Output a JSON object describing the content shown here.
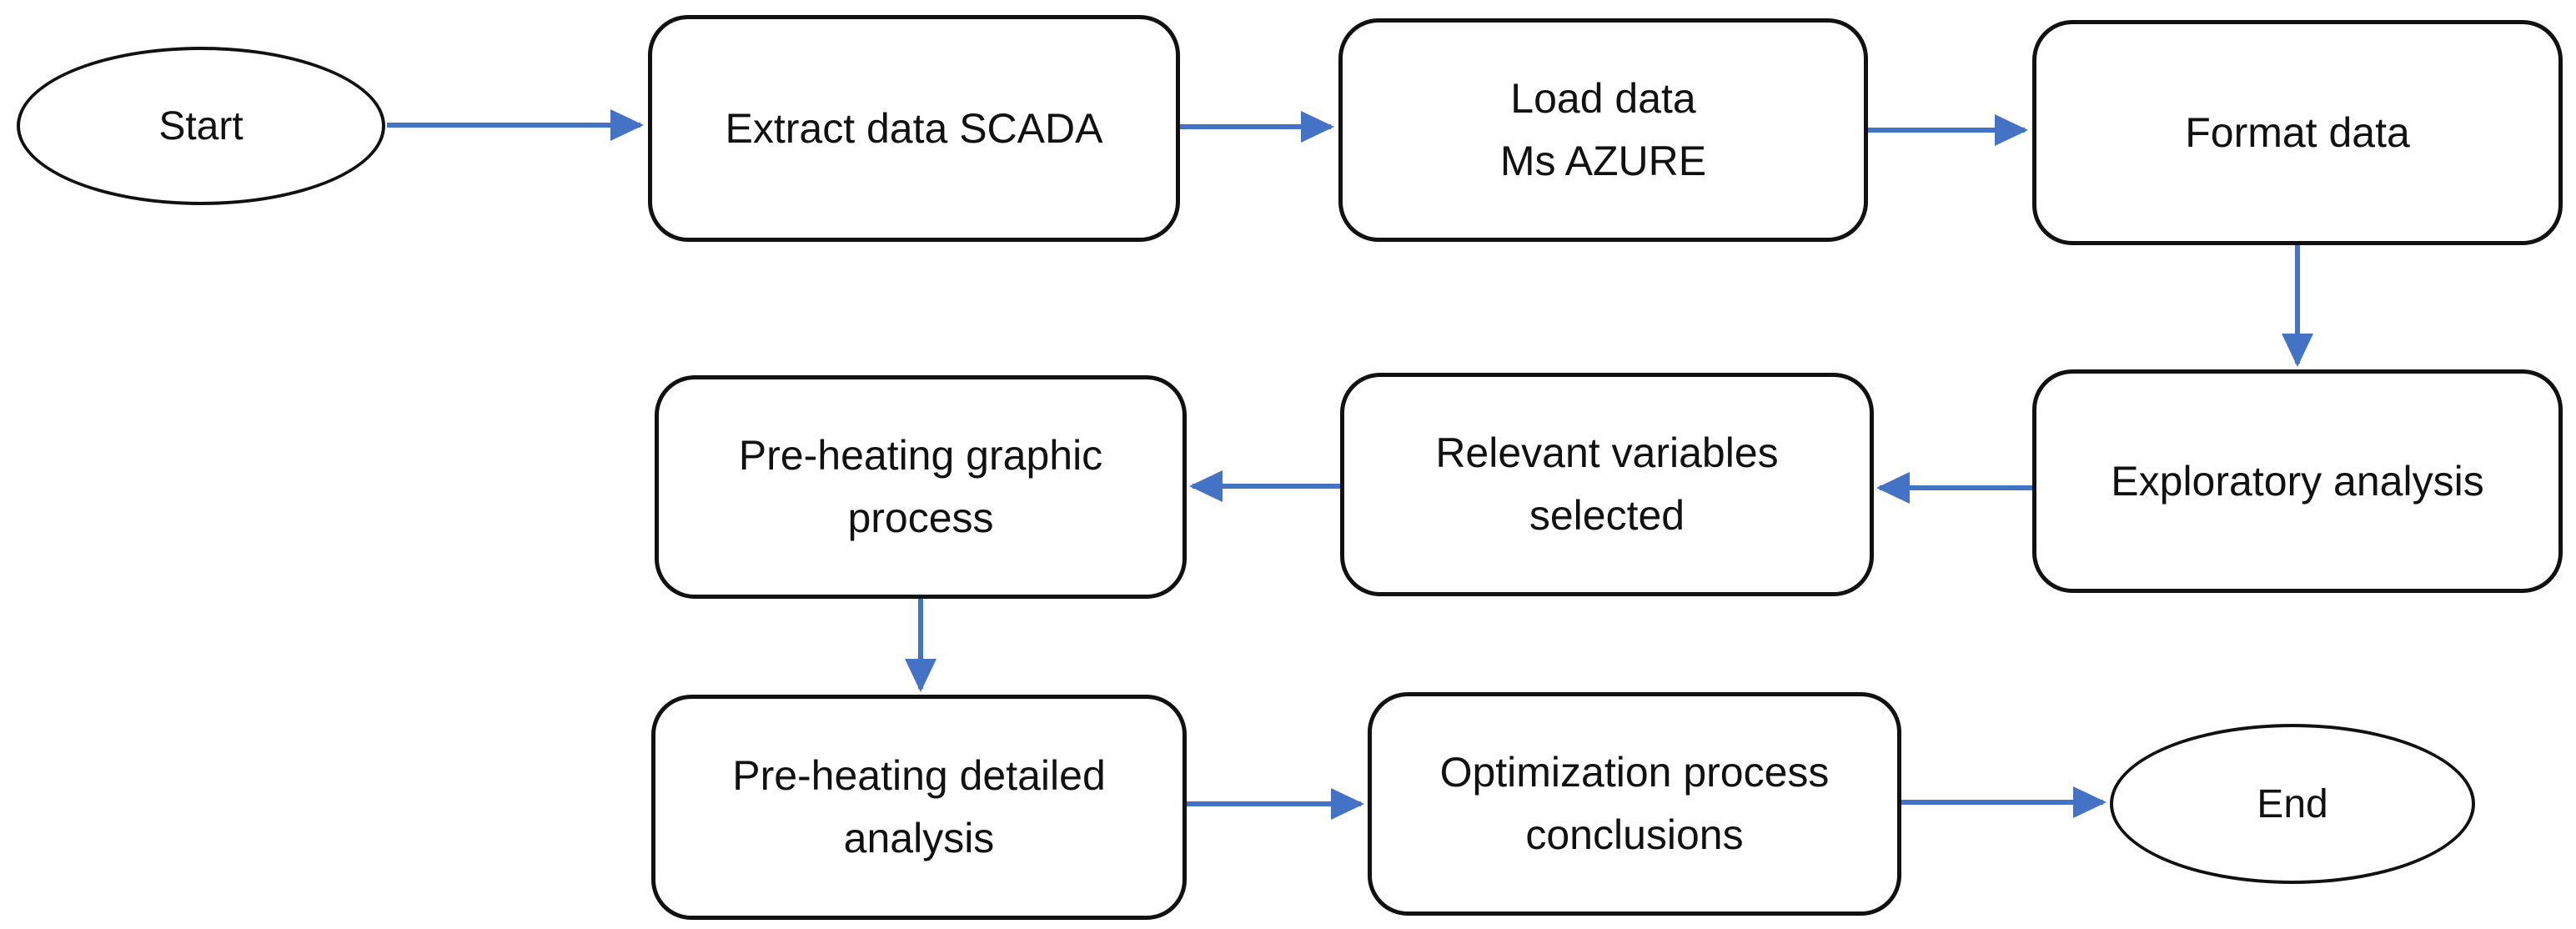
{
  "colors": {
    "arrow": "#4472C4",
    "node_border": "#111111",
    "node_fill": "#FFFFFF",
    "text": "#111111",
    "background": "#FFFFFF"
  },
  "nodes": [
    {
      "id": "start",
      "shape": "ellipse",
      "label": "Start"
    },
    {
      "id": "extract-data-scada",
      "shape": "process",
      "label": "Extract data SCADA"
    },
    {
      "id": "load-data-ms-azure",
      "shape": "process",
      "label": "Load data\nMs AZURE"
    },
    {
      "id": "format-data",
      "shape": "process",
      "label": "Format data"
    },
    {
      "id": "pre-heating-graphic-process",
      "shape": "process",
      "label": "Pre-heating graphic\nprocess"
    },
    {
      "id": "relevant-variables-selected",
      "shape": "process",
      "label": "Relevant variables\nselected"
    },
    {
      "id": "exploratory-analysis",
      "shape": "process",
      "label": "Exploratory analysis"
    },
    {
      "id": "pre-heating-detailed-analysis",
      "shape": "process",
      "label": "Pre-heating detailed\nanalysis"
    },
    {
      "id": "optimization-process-conclusions",
      "shape": "process",
      "label": "Optimization process\nconclusions"
    },
    {
      "id": "end",
      "shape": "ellipse",
      "label": "End"
    }
  ],
  "edges": [
    {
      "from": "start",
      "to": "extract-data-scada",
      "direction": "right"
    },
    {
      "from": "extract-data-scada",
      "to": "load-data-ms-azure",
      "direction": "right"
    },
    {
      "from": "load-data-ms-azure",
      "to": "format-data",
      "direction": "right"
    },
    {
      "from": "format-data",
      "to": "exploratory-analysis",
      "direction": "down"
    },
    {
      "from": "exploratory-analysis",
      "to": "relevant-variables-selected",
      "direction": "left"
    },
    {
      "from": "relevant-variables-selected",
      "to": "pre-heating-graphic-process",
      "direction": "left"
    },
    {
      "from": "pre-heating-graphic-process",
      "to": "pre-heating-detailed-analysis",
      "direction": "down"
    },
    {
      "from": "pre-heating-detailed-analysis",
      "to": "optimization-process-conclusions",
      "direction": "right"
    },
    {
      "from": "optimization-process-conclusions",
      "to": "end",
      "direction": "right"
    }
  ]
}
